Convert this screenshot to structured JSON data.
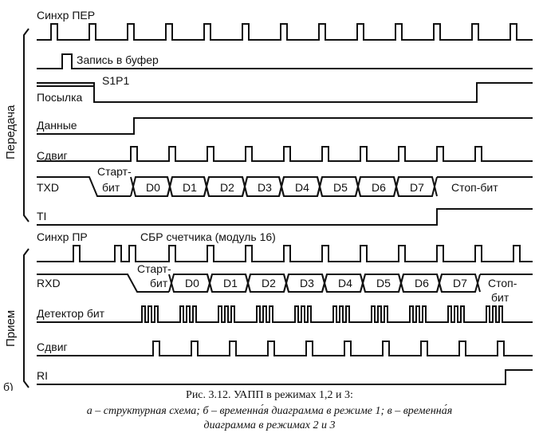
{
  "groups": {
    "transmit": "Передача",
    "receive": "Прием"
  },
  "panel_letter": "б)",
  "signals": {
    "sync_tx": "Синхр ПЕР",
    "write_buffer": "Запись в буфер",
    "s1p1": "S1P1",
    "send": "Посылка",
    "data": "Данные",
    "shift_tx": "Сдвиг",
    "txd": "TXD",
    "ti": "TI",
    "sync_rx": "Синхр ПР",
    "counter_reset": "СБР счетчика (модуль 16)",
    "rxd": "RXD",
    "bit_detector": "Детектор бит",
    "shift_rx": "Сдвиг",
    "ri": "RI"
  },
  "frame": {
    "start_bit_line1": "Старт-",
    "start_bit_line2": "бит",
    "stop_bit_tx": "Стоп-бит",
    "stop_bit_rx_line1": "Стоп-",
    "stop_bit_rx_line2": "бит",
    "bits": [
      "D0",
      "D1",
      "D2",
      "D3",
      "D4",
      "D5",
      "D6",
      "D7"
    ]
  },
  "caption": {
    "title": "Рис. 3.12. УАПП в режимах 1,2 и 3:",
    "line2": "а – структурная схема; б – временна́я диаграмма в режиме 1; в – временна́я",
    "line3": "диаграмма в режимах 2 и 3"
  }
}
